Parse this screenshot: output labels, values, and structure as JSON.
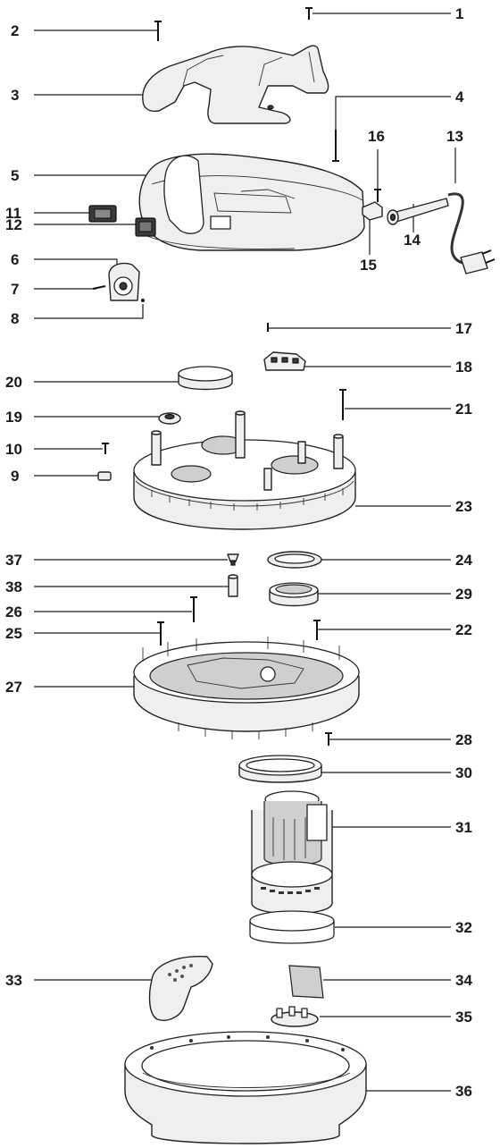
{
  "diagram": {
    "parts": [
      {
        "id": "p1",
        "label": "1",
        "name": "screw"
      },
      {
        "id": "p2",
        "label": "2",
        "name": "screw"
      },
      {
        "id": "p3",
        "label": "3",
        "name": "handle"
      },
      {
        "id": "p4",
        "label": "4",
        "name": "screw"
      },
      {
        "id": "p5",
        "label": "5",
        "name": "motor-head-cover"
      },
      {
        "id": "p6",
        "label": "6",
        "name": "socket-cover"
      },
      {
        "id": "p7",
        "label": "7",
        "name": "screw"
      },
      {
        "id": "p8",
        "label": "8",
        "name": "pin"
      },
      {
        "id": "p9",
        "label": "9",
        "name": "clip"
      },
      {
        "id": "p10",
        "label": "10",
        "name": "screw"
      },
      {
        "id": "p11",
        "label": "11",
        "name": "switch"
      },
      {
        "id": "p12",
        "label": "12",
        "name": "switch"
      },
      {
        "id": "p13",
        "label": "13",
        "name": "power-cord"
      },
      {
        "id": "p14",
        "label": "14",
        "name": "cable-sleeve"
      },
      {
        "id": "p15",
        "label": "15",
        "name": "cable-clamp"
      },
      {
        "id": "p16",
        "label": "16",
        "name": "screw"
      },
      {
        "id": "p17",
        "label": "17",
        "name": "screw"
      },
      {
        "id": "p18",
        "label": "18",
        "name": "terminal-block"
      },
      {
        "id": "p19",
        "label": "19",
        "name": "ring"
      },
      {
        "id": "p20",
        "label": "20",
        "name": "filter-disc"
      },
      {
        "id": "p21",
        "label": "21",
        "name": "screw"
      },
      {
        "id": "p22",
        "label": "22",
        "name": "screw"
      },
      {
        "id": "p23",
        "label": "23",
        "name": "electronics-housing"
      },
      {
        "id": "p24",
        "label": "24",
        "name": "seal-ring"
      },
      {
        "id": "p25",
        "label": "25",
        "name": "screw"
      },
      {
        "id": "p26",
        "label": "26",
        "name": "screw"
      },
      {
        "id": "p27",
        "label": "27",
        "name": "motor-mount"
      },
      {
        "id": "p28",
        "label": "28",
        "name": "screw"
      },
      {
        "id": "p29",
        "label": "29",
        "name": "seal-collar"
      },
      {
        "id": "p30",
        "label": "30",
        "name": "gasket"
      },
      {
        "id": "p31",
        "label": "31",
        "name": "motor"
      },
      {
        "id": "p32",
        "label": "32",
        "name": "gasket"
      },
      {
        "id": "p33",
        "label": "33",
        "name": "latch-clip"
      },
      {
        "id": "p34",
        "label": "34",
        "name": "foam-pad"
      },
      {
        "id": "p35",
        "label": "35",
        "name": "float-cage"
      },
      {
        "id": "p36",
        "label": "36",
        "name": "base-housing"
      },
      {
        "id": "p37",
        "label": "37",
        "name": "valve"
      },
      {
        "id": "p38",
        "label": "38",
        "name": "spacer"
      }
    ]
  }
}
